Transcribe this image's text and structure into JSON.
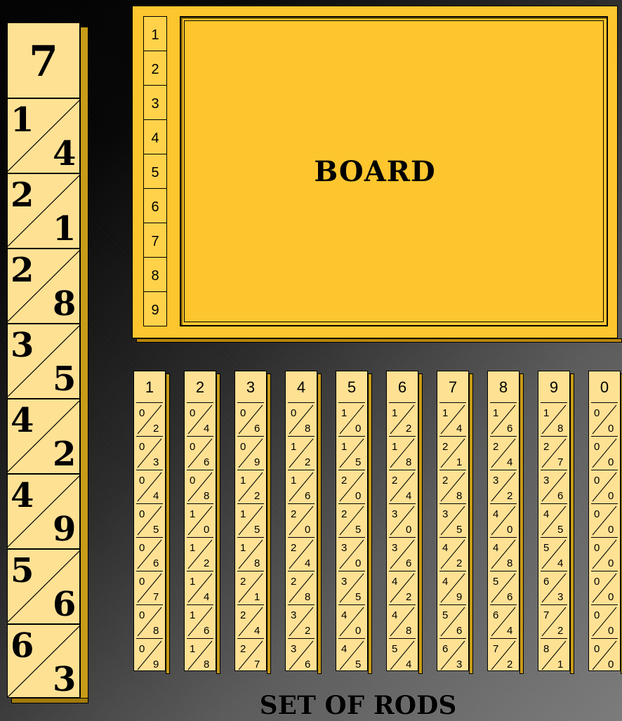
{
  "big_rod": {
    "head": "7",
    "cells": [
      {
        "tens": "1",
        "units": "4"
      },
      {
        "tens": "2",
        "units": "1"
      },
      {
        "tens": "2",
        "units": "8"
      },
      {
        "tens": "3",
        "units": "5"
      },
      {
        "tens": "4",
        "units": "2"
      },
      {
        "tens": "4",
        "units": "9"
      },
      {
        "tens": "5",
        "units": "6"
      },
      {
        "tens": "6",
        "units": "3"
      }
    ]
  },
  "board": {
    "title": "BOARD",
    "index": [
      "1",
      "2",
      "3",
      "4",
      "5",
      "6",
      "7",
      "8",
      "9"
    ]
  },
  "rods": [
    {
      "head": "1",
      "cells": [
        [
          "0",
          "2"
        ],
        [
          "0",
          "3"
        ],
        [
          "0",
          "4"
        ],
        [
          "0",
          "5"
        ],
        [
          "0",
          "6"
        ],
        [
          "0",
          "7"
        ],
        [
          "0",
          "8"
        ],
        [
          "0",
          "9"
        ]
      ]
    },
    {
      "head": "2",
      "cells": [
        [
          "0",
          "4"
        ],
        [
          "0",
          "6"
        ],
        [
          "0",
          "8"
        ],
        [
          "1",
          "0"
        ],
        [
          "1",
          "2"
        ],
        [
          "1",
          "4"
        ],
        [
          "1",
          "6"
        ],
        [
          "1",
          "8"
        ]
      ]
    },
    {
      "head": "3",
      "cells": [
        [
          "0",
          "6"
        ],
        [
          "0",
          "9"
        ],
        [
          "1",
          "2"
        ],
        [
          "1",
          "5"
        ],
        [
          "1",
          "8"
        ],
        [
          "2",
          "1"
        ],
        [
          "2",
          "4"
        ],
        [
          "2",
          "7"
        ]
      ]
    },
    {
      "head": "4",
      "cells": [
        [
          "0",
          "8"
        ],
        [
          "1",
          "2"
        ],
        [
          "1",
          "6"
        ],
        [
          "2",
          "0"
        ],
        [
          "2",
          "4"
        ],
        [
          "2",
          "8"
        ],
        [
          "3",
          "2"
        ],
        [
          "3",
          "6"
        ]
      ]
    },
    {
      "head": "5",
      "cells": [
        [
          "1",
          "0"
        ],
        [
          "1",
          "5"
        ],
        [
          "2",
          "0"
        ],
        [
          "2",
          "5"
        ],
        [
          "3",
          "0"
        ],
        [
          "3",
          "5"
        ],
        [
          "4",
          "0"
        ],
        [
          "4",
          "5"
        ]
      ]
    },
    {
      "head": "6",
      "cells": [
        [
          "1",
          "2"
        ],
        [
          "1",
          "8"
        ],
        [
          "2",
          "4"
        ],
        [
          "3",
          "0"
        ],
        [
          "3",
          "6"
        ],
        [
          "4",
          "2"
        ],
        [
          "4",
          "8"
        ],
        [
          "5",
          "4"
        ]
      ]
    },
    {
      "head": "7",
      "cells": [
        [
          "1",
          "4"
        ],
        [
          "2",
          "1"
        ],
        [
          "2",
          "8"
        ],
        [
          "3",
          "5"
        ],
        [
          "4",
          "2"
        ],
        [
          "4",
          "9"
        ],
        [
          "5",
          "6"
        ],
        [
          "6",
          "3"
        ]
      ]
    },
    {
      "head": "8",
      "cells": [
        [
          "1",
          "6"
        ],
        [
          "2",
          "4"
        ],
        [
          "3",
          "2"
        ],
        [
          "4",
          "0"
        ],
        [
          "4",
          "8"
        ],
        [
          "5",
          "6"
        ],
        [
          "6",
          "4"
        ],
        [
          "7",
          "2"
        ]
      ]
    },
    {
      "head": "9",
      "cells": [
        [
          "1",
          "8"
        ],
        [
          "2",
          "7"
        ],
        [
          "3",
          "6"
        ],
        [
          "4",
          "5"
        ],
        [
          "5",
          "4"
        ],
        [
          "6",
          "3"
        ],
        [
          "7",
          "2"
        ],
        [
          "8",
          "1"
        ]
      ]
    },
    {
      "head": "0",
      "cells": [
        [
          "0",
          "0"
        ],
        [
          "0",
          "0"
        ],
        [
          "0",
          "0"
        ],
        [
          "0",
          "0"
        ],
        [
          "0",
          "0"
        ],
        [
          "0",
          "0"
        ],
        [
          "0",
          "0"
        ],
        [
          "0",
          "0"
        ]
      ]
    }
  ],
  "footer": "SET OF RODS",
  "colors": {
    "board": "#fdc62e",
    "rod_face": "#ffe194",
    "rod_side": "#c89b18",
    "background": "#000000"
  }
}
